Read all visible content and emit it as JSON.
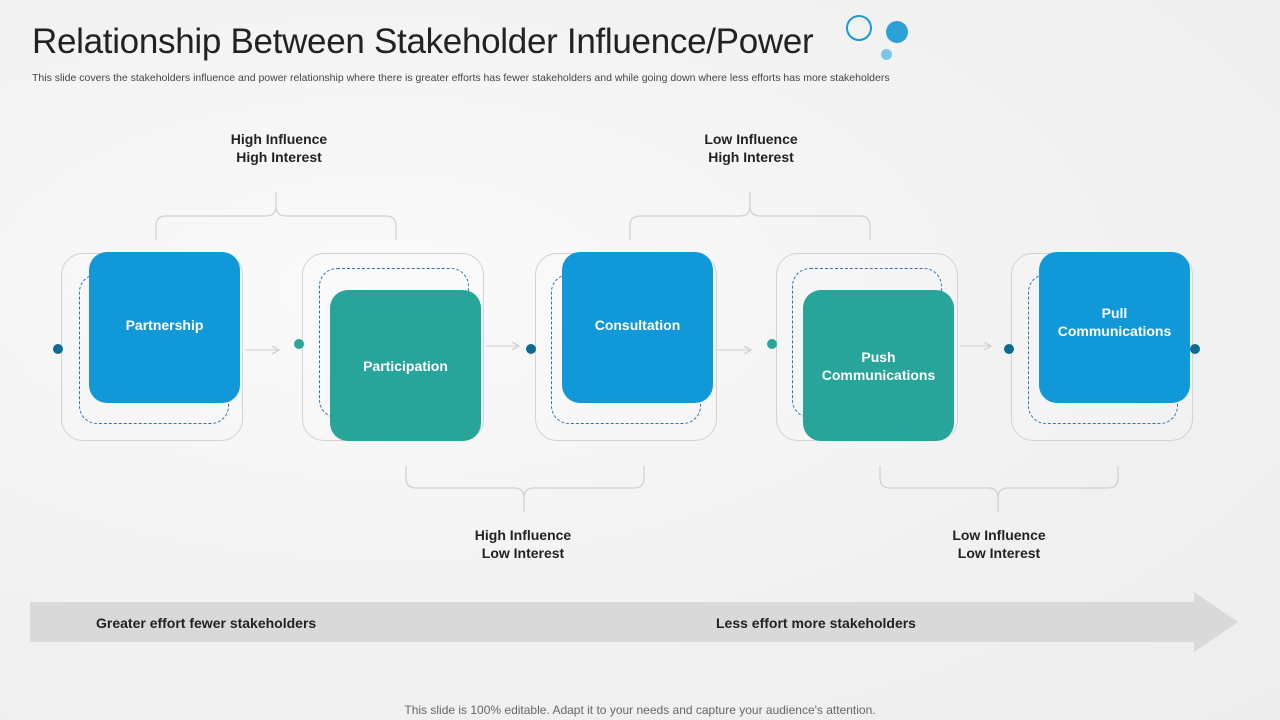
{
  "slide": {
    "title": "Relationship Between Stakeholder Influence/Power",
    "subtitle": "This slide covers the stakeholders influence and power relationship where there is greater efforts has fewer stakeholders and while going down where less efforts has more stakeholders",
    "footer": "This slide is 100% editable. Adapt it to your needs and capture your audience's attention."
  },
  "colors": {
    "blue": "#1198d8",
    "teal": "#27a59b",
    "dot_blue": "#0e6b8f",
    "dot_teal": "#2aa59a",
    "arrow": "#d9d9d9"
  },
  "stages": [
    {
      "line1": "Partnership",
      "line2": ""
    },
    {
      "line1": "Participation",
      "line2": ""
    },
    {
      "line1": "Consultation",
      "line2": ""
    },
    {
      "line1": "Push",
      "line2": "Communications"
    },
    {
      "line1": "Pull",
      "line2": "Communications"
    }
  ],
  "groups": {
    "top_left": {
      "line1": "High Influence",
      "line2": "High Interest"
    },
    "top_right": {
      "line1": "Low Influence",
      "line2": "High Interest"
    },
    "bottom_left": {
      "line1": "High Influence",
      "line2": "Low Interest"
    },
    "bottom_right": {
      "line1": "Low Influence",
      "line2": "Low Interest"
    }
  },
  "arrow": {
    "left_label": "Greater effort fewer stakeholders",
    "right_label": "Less effort more stakeholders"
  }
}
